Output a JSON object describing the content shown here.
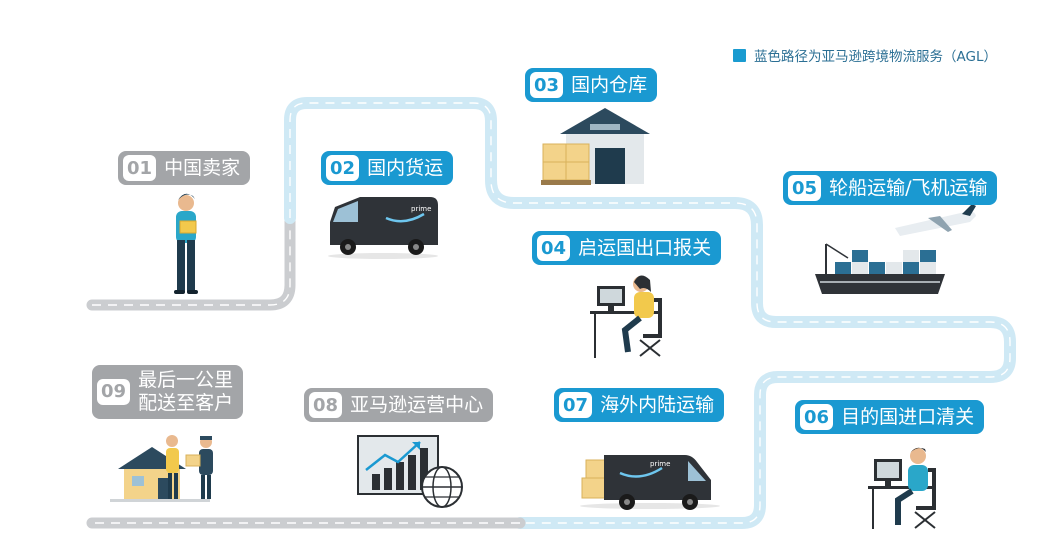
{
  "legend": {
    "text": "蓝色路径为亚马逊跨境物流服务（AGL）",
    "color": "#1a9bd0"
  },
  "colors": {
    "agl_path": "#cfe9f5",
    "grey_path": "#cbcdd0",
    "step_blue": "#1a99d1",
    "step_grey": "#a3a5a8"
  },
  "steps": [
    {
      "num": "01",
      "label": "中国卖家",
      "style": "grey"
    },
    {
      "num": "02",
      "label": "国内货运",
      "style": "blue"
    },
    {
      "num": "03",
      "label": "国内仓库",
      "style": "blue"
    },
    {
      "num": "04",
      "label": "启运国出口报关",
      "style": "blue"
    },
    {
      "num": "05",
      "label": "轮船运输/飞机运输",
      "style": "blue"
    },
    {
      "num": "06",
      "label": "目的国进口清关",
      "style": "blue"
    },
    {
      "num": "07",
      "label": "海外内陆运输",
      "style": "blue"
    },
    {
      "num": "08",
      "label": "亚马逊运营中心",
      "style": "grey"
    },
    {
      "num": "09",
      "label": "最后一公里\n配送至客户",
      "style": "grey"
    }
  ],
  "illustrations": {
    "seller": "person-holding-box-icon",
    "van_domestic": "delivery-van-icon",
    "warehouse": "warehouse-icon",
    "export_clearance": "person-at-computer-icon",
    "ship_plane": "cargo-ship-and-airplane-icon",
    "import_clearance": "person-at-computer-icon",
    "van_overseas": "delivery-van-icon",
    "fulfillment_center": "growth-chart-globe-icon",
    "last_mile": "house-delivery-icon"
  }
}
